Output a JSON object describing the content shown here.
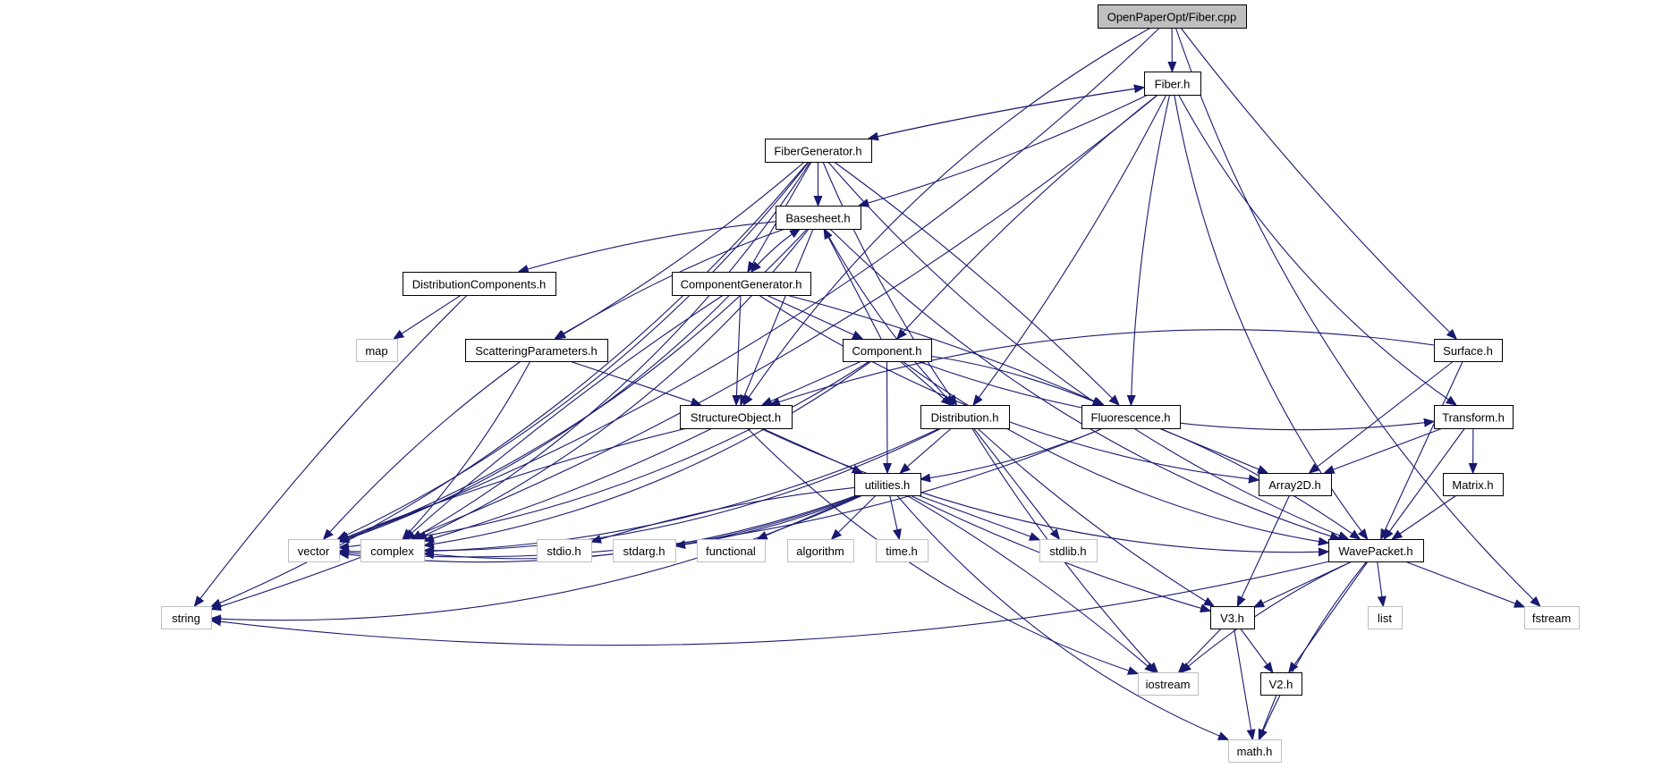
{
  "diagram": {
    "title": "OpenPaperOpt/Fiber.cpp",
    "kind": "include dependency graph",
    "colors": {
      "edge": "#191970",
      "root_fill": "#bfbfbf",
      "documented_border": "#000000",
      "external_border": "#bfbfbf"
    },
    "nodes": [
      {
        "id": "root",
        "label": "OpenPaperOpt/Fiber.cpp",
        "type": "root"
      },
      {
        "id": "fiber_h",
        "label": "Fiber.h",
        "type": "doc"
      },
      {
        "id": "fibergen_h",
        "label": "FiberGenerator.h",
        "type": "doc"
      },
      {
        "id": "basesheet_h",
        "label": "Basesheet.h",
        "type": "doc"
      },
      {
        "id": "distcomp_h",
        "label": "DistributionComponents.h",
        "type": "doc"
      },
      {
        "id": "compgen_h",
        "label": "ComponentGenerator.h",
        "type": "doc"
      },
      {
        "id": "map",
        "label": "map",
        "type": "ext"
      },
      {
        "id": "scatter_h",
        "label": "ScatteringParameters.h",
        "type": "doc"
      },
      {
        "id": "component_h",
        "label": "Component.h",
        "type": "doc"
      },
      {
        "id": "surface_h",
        "label": "Surface.h",
        "type": "doc"
      },
      {
        "id": "structobj_h",
        "label": "StructureObject.h",
        "type": "doc"
      },
      {
        "id": "distribution_h",
        "label": "Distribution.h",
        "type": "doc"
      },
      {
        "id": "fluor_h",
        "label": "Fluorescence.h",
        "type": "doc"
      },
      {
        "id": "transform_h",
        "label": "Transform.h",
        "type": "doc"
      },
      {
        "id": "utilities_h",
        "label": "utilities.h",
        "type": "doc"
      },
      {
        "id": "array2d_h",
        "label": "Array2D.h",
        "type": "doc"
      },
      {
        "id": "matrix_h",
        "label": "Matrix.h",
        "type": "doc"
      },
      {
        "id": "vector",
        "label": "vector",
        "type": "ext"
      },
      {
        "id": "complex",
        "label": "complex",
        "type": "ext"
      },
      {
        "id": "stdio_h",
        "label": "stdio.h",
        "type": "ext"
      },
      {
        "id": "stdarg_h",
        "label": "stdarg.h",
        "type": "ext"
      },
      {
        "id": "functional",
        "label": "functional",
        "type": "ext"
      },
      {
        "id": "algorithm",
        "label": "algorithm",
        "type": "ext"
      },
      {
        "id": "time_h",
        "label": "time.h",
        "type": "ext"
      },
      {
        "id": "stdlib_h",
        "label": "stdlib.h",
        "type": "ext"
      },
      {
        "id": "wavepacket_h",
        "label": "WavePacket.h",
        "type": "doc"
      },
      {
        "id": "string",
        "label": "string",
        "type": "ext"
      },
      {
        "id": "v3_h",
        "label": "V3.h",
        "type": "doc"
      },
      {
        "id": "list",
        "label": "list",
        "type": "ext"
      },
      {
        "id": "fstream",
        "label": "fstream",
        "type": "ext"
      },
      {
        "id": "iostream",
        "label": "iostream",
        "type": "ext"
      },
      {
        "id": "v2_h",
        "label": "V2.h",
        "type": "doc"
      },
      {
        "id": "math_h",
        "label": "math.h",
        "type": "ext"
      }
    ],
    "edges": [
      [
        "root",
        "fiber_h"
      ],
      [
        "root",
        "vector"
      ],
      [
        "root",
        "structobj_h"
      ],
      [
        "root",
        "surface_h"
      ],
      [
        "root",
        "fstream"
      ],
      [
        "fiber_h",
        "fibergen_h"
      ],
      [
        "fiber_h",
        "basesheet_h"
      ],
      [
        "fiber_h",
        "component_h"
      ],
      [
        "fiber_h",
        "distribution_h"
      ],
      [
        "fiber_h",
        "fluor_h"
      ],
      [
        "fiber_h",
        "transform_h"
      ],
      [
        "fiber_h",
        "wavepacket_h"
      ],
      [
        "fiber_h",
        "string"
      ],
      [
        "fibergen_h",
        "fiber_h"
      ],
      [
        "fibergen_h",
        "basesheet_h"
      ],
      [
        "fibergen_h",
        "compgen_h"
      ],
      [
        "fibergen_h",
        "scatter_h"
      ],
      [
        "fibergen_h",
        "distribution_h"
      ],
      [
        "fibergen_h",
        "fluor_h"
      ],
      [
        "fibergen_h",
        "wavepacket_h"
      ],
      [
        "fibergen_h",
        "vector"
      ],
      [
        "fibergen_h",
        "complex"
      ],
      [
        "fibergen_h",
        "string"
      ],
      [
        "basesheet_h",
        "distcomp_h"
      ],
      [
        "basesheet_h",
        "compgen_h"
      ],
      [
        "basesheet_h",
        "scatter_h"
      ],
      [
        "basesheet_h",
        "structobj_h"
      ],
      [
        "basesheet_h",
        "distribution_h"
      ],
      [
        "basesheet_h",
        "wavepacket_h"
      ],
      [
        "basesheet_h",
        "vector"
      ],
      [
        "basesheet_h",
        "complex"
      ],
      [
        "compgen_h",
        "basesheet_h"
      ],
      [
        "compgen_h",
        "component_h"
      ],
      [
        "compgen_h",
        "structobj_h"
      ],
      [
        "compgen_h",
        "fluor_h"
      ],
      [
        "compgen_h",
        "array2d_h"
      ],
      [
        "compgen_h",
        "vector"
      ],
      [
        "compgen_h",
        "complex"
      ],
      [
        "distcomp_h",
        "map"
      ],
      [
        "distcomp_h",
        "string"
      ],
      [
        "scatter_h",
        "structobj_h"
      ],
      [
        "scatter_h",
        "vector"
      ],
      [
        "scatter_h",
        "complex"
      ],
      [
        "component_h",
        "basesheet_h"
      ],
      [
        "component_h",
        "structobj_h"
      ],
      [
        "component_h",
        "distribution_h"
      ],
      [
        "component_h",
        "fluor_h"
      ],
      [
        "component_h",
        "transform_h"
      ],
      [
        "component_h",
        "utilities_h"
      ],
      [
        "component_h",
        "wavepacket_h"
      ],
      [
        "component_h",
        "vector"
      ],
      [
        "component_h",
        "complex"
      ],
      [
        "surface_h",
        "structobj_h"
      ],
      [
        "surface_h",
        "array2d_h"
      ],
      [
        "surface_h",
        "wavepacket_h"
      ],
      [
        "structobj_h",
        "utilities_h"
      ],
      [
        "structobj_h",
        "wavepacket_h"
      ],
      [
        "structobj_h",
        "vector"
      ],
      [
        "structobj_h",
        "complex"
      ],
      [
        "structobj_h",
        "iostream"
      ],
      [
        "distribution_h",
        "utilities_h"
      ],
      [
        "distribution_h",
        "v3_h"
      ],
      [
        "distribution_h",
        "stdlib_h"
      ],
      [
        "distribution_h",
        "iostream"
      ],
      [
        "distribution_h",
        "vector"
      ],
      [
        "distribution_h",
        "complex"
      ],
      [
        "fluor_h",
        "utilities_h"
      ],
      [
        "fluor_h",
        "array2d_h"
      ],
      [
        "fluor_h",
        "wavepacket_h"
      ],
      [
        "fluor_h",
        "vector"
      ],
      [
        "transform_h",
        "array2d_h"
      ],
      [
        "transform_h",
        "matrix_h"
      ],
      [
        "transform_h",
        "wavepacket_h"
      ],
      [
        "utilities_h",
        "vector"
      ],
      [
        "utilities_h",
        "complex"
      ],
      [
        "utilities_h",
        "stdio_h"
      ],
      [
        "utilities_h",
        "stdarg_h"
      ],
      [
        "utilities_h",
        "functional"
      ],
      [
        "utilities_h",
        "algorithm"
      ],
      [
        "utilities_h",
        "time_h"
      ],
      [
        "utilities_h",
        "stdlib_h"
      ],
      [
        "utilities_h",
        "v3_h"
      ],
      [
        "utilities_h",
        "iostream"
      ],
      [
        "utilities_h",
        "string"
      ],
      [
        "utilities_h",
        "math_h"
      ],
      [
        "array2d_h",
        "v3_h"
      ],
      [
        "matrix_h",
        "wavepacket_h"
      ],
      [
        "wavepacket_h",
        "string"
      ],
      [
        "wavepacket_h",
        "v3_h"
      ],
      [
        "wavepacket_h",
        "list"
      ],
      [
        "wavepacket_h",
        "fstream"
      ],
      [
        "wavepacket_h",
        "iostream"
      ],
      [
        "wavepacket_h",
        "v2_h"
      ],
      [
        "wavepacket_h",
        "math_h"
      ],
      [
        "v3_h",
        "iostream"
      ],
      [
        "v3_h",
        "v2_h"
      ],
      [
        "v3_h",
        "math_h"
      ],
      [
        "v2_h",
        "math_h"
      ]
    ]
  }
}
